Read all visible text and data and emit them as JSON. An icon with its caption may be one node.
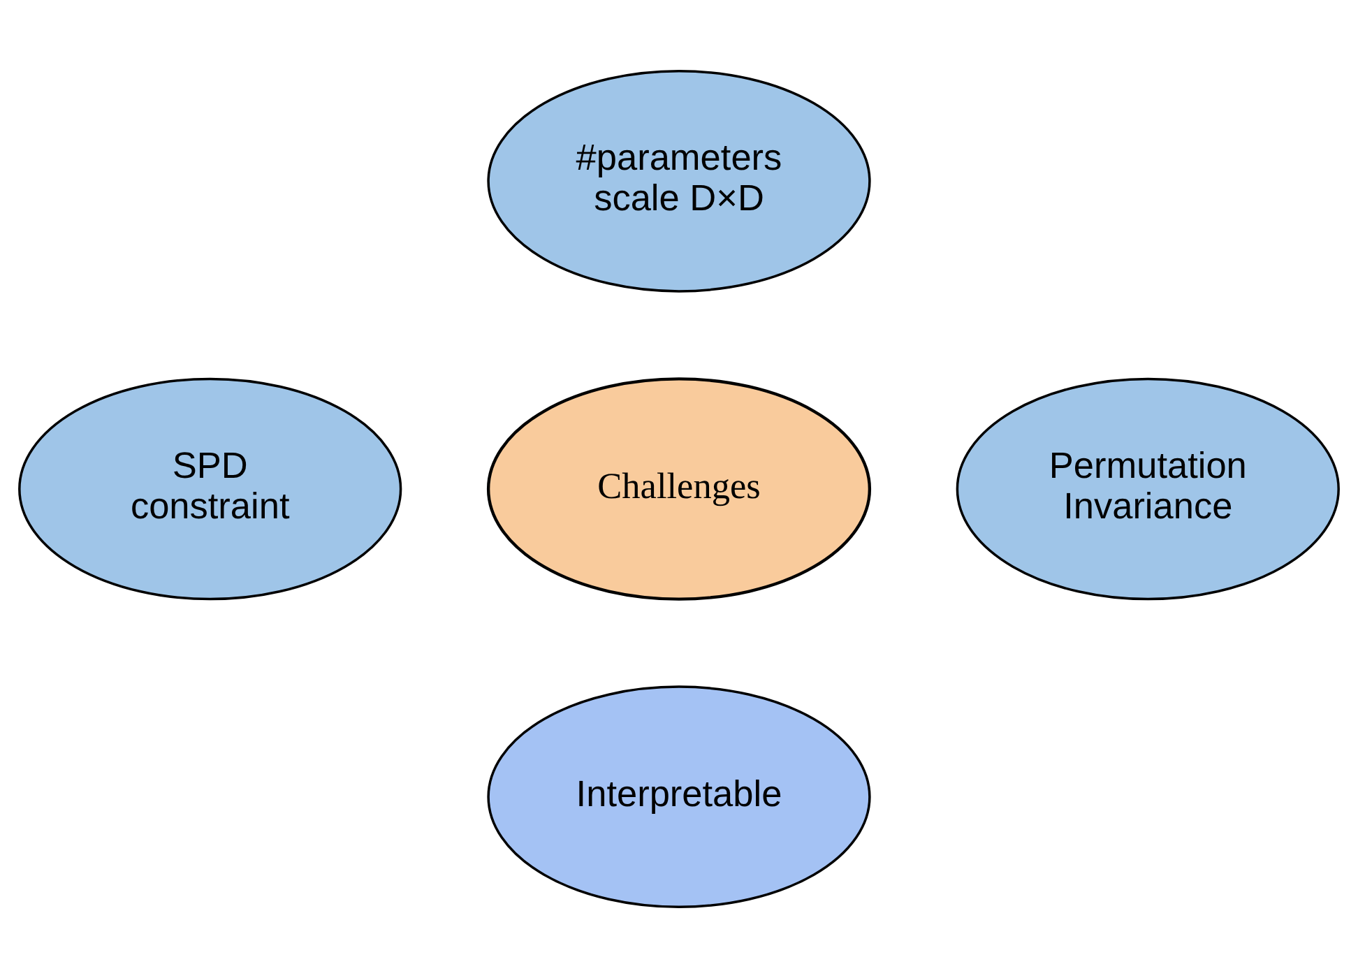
{
  "diagram": {
    "nodes": [
      {
        "text": [
          "#parameters scale D×D"
        ]
      },
      {
        "text": [
          "SPD constraint"
        ]
      },
      {
        "text": [
          "Challenges"
        ]
      },
      {
        "text": [
          "Permutation Invariance"
        ]
      },
      {
        "text": [
          "Interpretable"
        ]
      }
    ],
    "edges": []
  }
}
